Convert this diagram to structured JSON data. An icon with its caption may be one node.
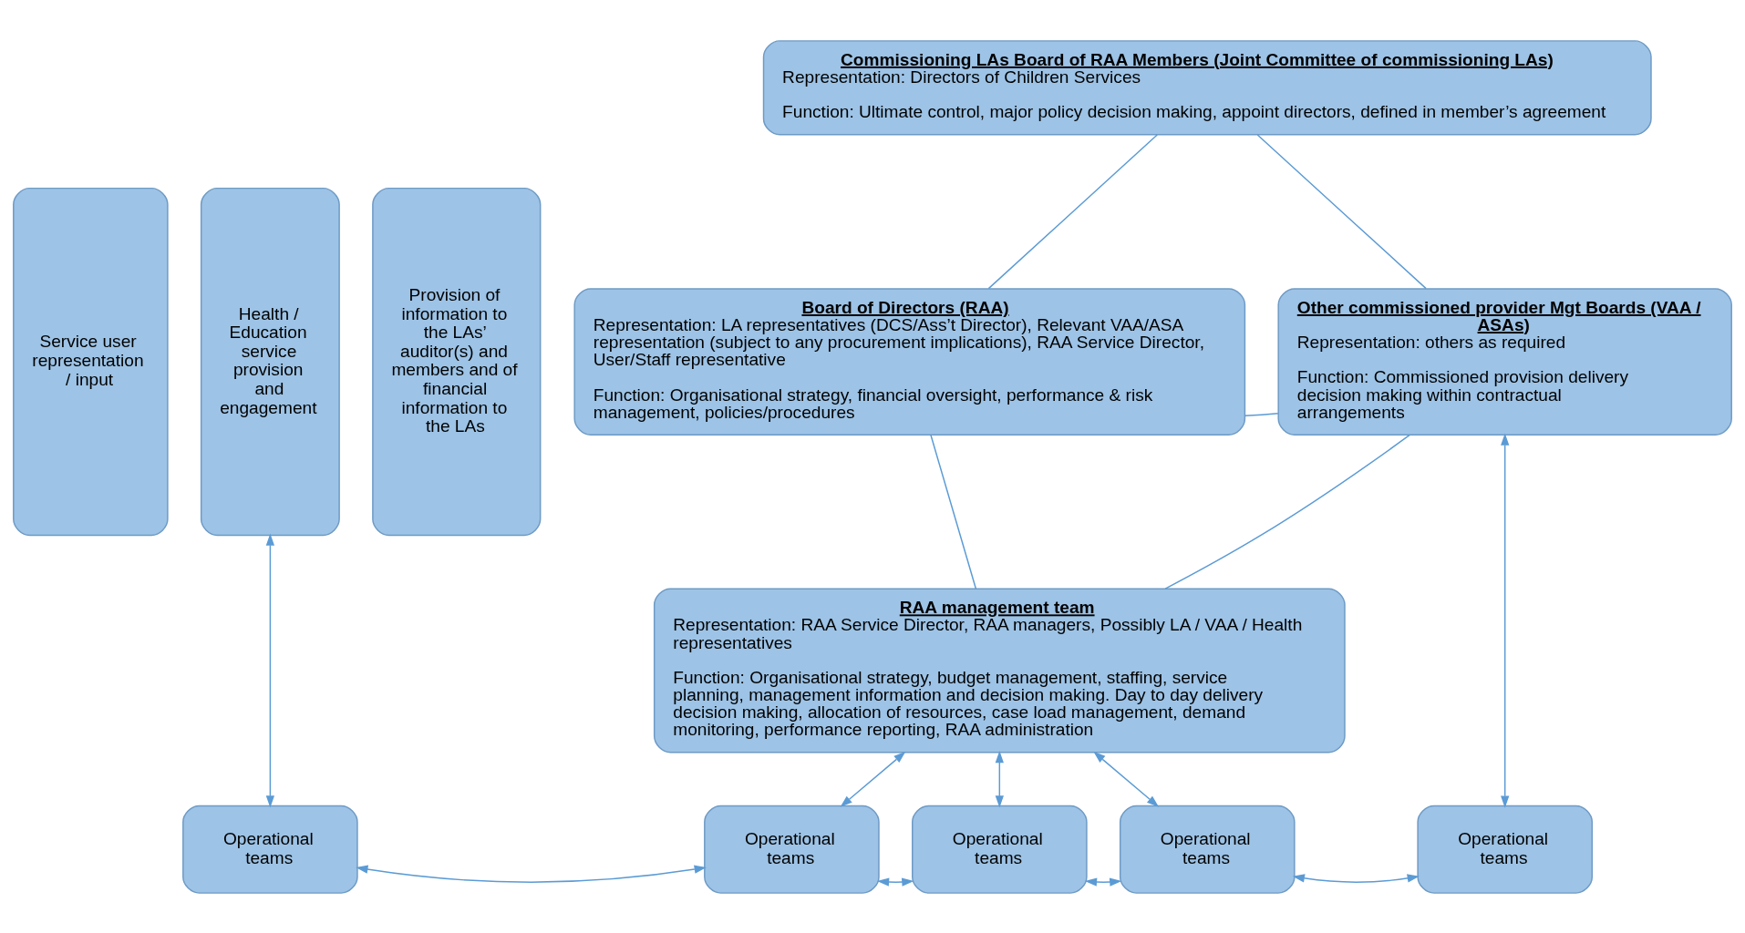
{
  "diagram": {
    "nodes": [
      {
        "text": [
          "Commissioning LAs Board of RAA Members (Joint Committee of commissioning LAs)",
          "Representation: Directors of Children Services",
          "Function: Ultimate control, major policy decision making, appoint directors, defined in member’s agreement"
        ]
      },
      {
        "text": [
          "Board of Directors (RAA)",
          "Representation: LA representatives (DCS/Ass’t Director), Relevant VAA/ASA representation (subject to any procurement implications), RAA Service Director, User/Staff representative",
          "Function: Organisational strategy, financial oversight, performance & risk management, policies/procedures"
        ]
      },
      {
        "text": [
          "RAA management team",
          "Representation: RAA Service Director, RAA managers, Possibly LA / VAA / Health representatives",
          "Function: Organisational strategy, budget management, staffing, service planning, management information and decision making. Day to day delivery decision making, allocation of resources, case load management, demand monitoring, performance reporting, RAA administration"
        ]
      },
      {
        "text": [
          "Other commissioned provider Mgt Boards (VAA / ASAs)",
          "Representation: others as required",
          "Function: Commissioned provision delivery decision making within contractual arrangements"
        ]
      },
      {
        "text": [
          "Service user representation / input"
        ]
      },
      {
        "text": [
          "Health / Education service provision and engagement"
        ]
      },
      {
        "text": [
          "Provision of information to the LAs’ auditor(s) and members and of financial information to the LAs"
        ]
      },
      {
        "text": [
          "Operational teams"
        ]
      },
      {
        "text": [
          "Operational teams"
        ]
      },
      {
        "text": [
          "Operational teams"
        ]
      },
      {
        "text": [
          "Operational teams"
        ]
      },
      {
        "text": [
          "Operational teams"
        ]
      }
    ],
    "edges": [
      {
        "from": 0,
        "to": 1,
        "arrow": "none"
      },
      {
        "from": 0,
        "to": 3,
        "arrow": "none"
      },
      {
        "from": 1,
        "to": 2,
        "arrow": "none"
      },
      {
        "from": 1,
        "to": 3,
        "arrow": "none"
      },
      {
        "from": 2,
        "to": 3,
        "arrow": "none"
      },
      {
        "from": 2,
        "to": 8,
        "arrow": "both"
      },
      {
        "from": 2,
        "to": 9,
        "arrow": "both"
      },
      {
        "from": 2,
        "to": 10,
        "arrow": "both"
      },
      {
        "from": 3,
        "to": 11,
        "arrow": "both"
      },
      {
        "from": 5,
        "to": 7,
        "arrow": "both"
      },
      {
        "from": 7,
        "to": 8,
        "arrow": "both"
      },
      {
        "from": 8,
        "to": 9,
        "arrow": "both"
      },
      {
        "from": 9,
        "to": 10,
        "arrow": "both"
      },
      {
        "from": 10,
        "to": 11,
        "arrow": "both"
      }
    ]
  }
}
